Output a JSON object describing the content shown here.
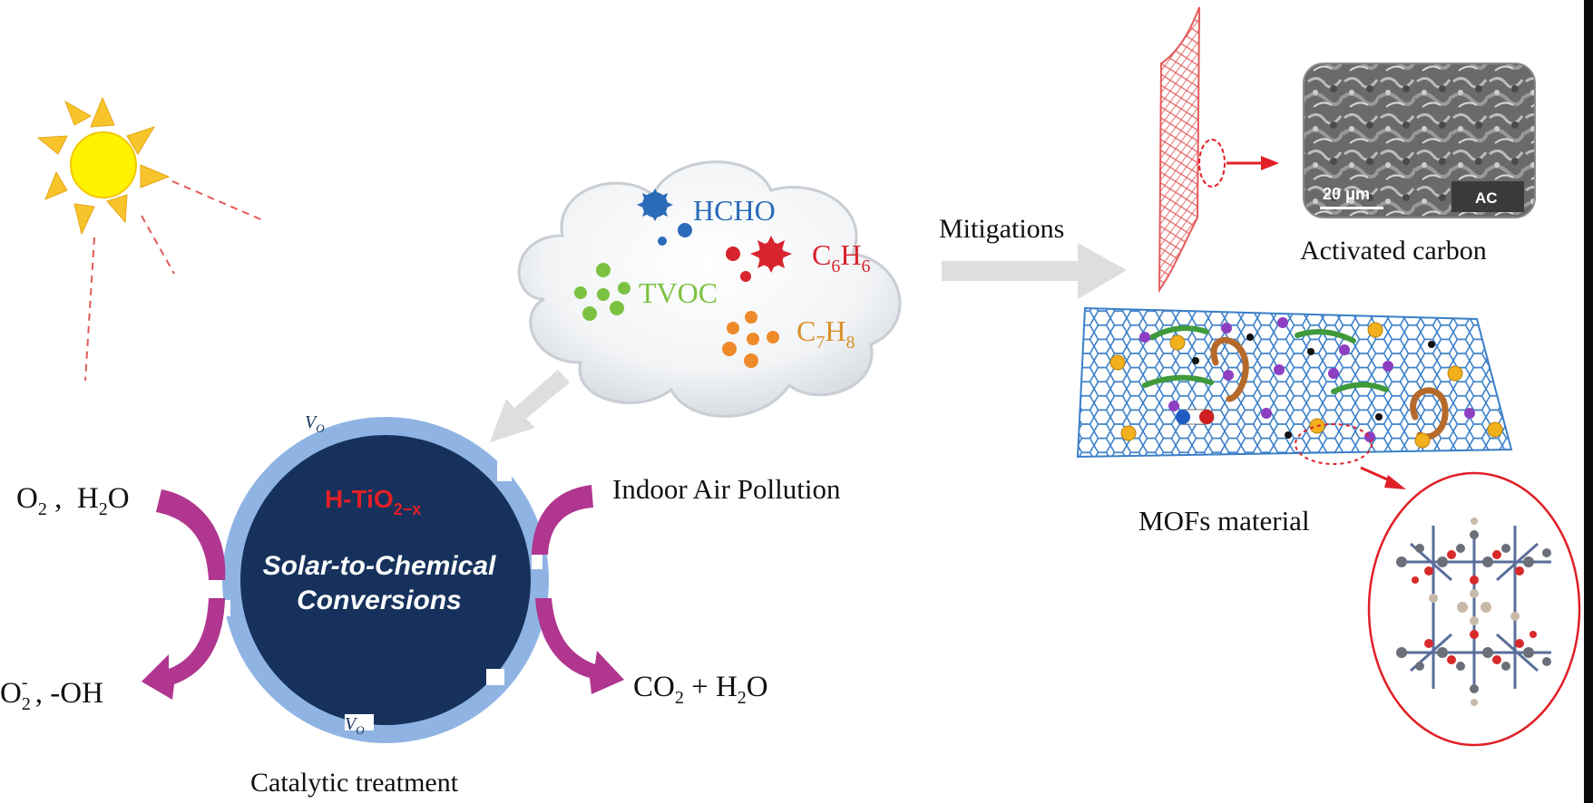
{
  "pollutants": {
    "hcho": "HCHO",
    "c6h6": {
      "base": "C",
      "sub1": "6",
      "base2": "H",
      "sub2": "6"
    },
    "tvoc": "TVOC",
    "c7h8": {
      "base": "C",
      "sub1": "7",
      "base2": "H",
      "sub2": "8"
    }
  },
  "labels": {
    "indoor_air_pollution": "Indoor Air Pollution",
    "mitigations": "Mitigations",
    "activated_carbon": "Activated carbon",
    "mofs_material": "MOFs material",
    "catalytic_treatment": "Catalytic treatment"
  },
  "catalyst": {
    "name": "H-TiO",
    "name_sub": "2−x",
    "line1": "Solar-to-Chemical",
    "line2": "Conversions",
    "vacancy": "V",
    "vacancy_sub": "O"
  },
  "reactions": {
    "in_left": {
      "a": "O",
      "a_sub": "2",
      "sep": " ,  ",
      "b": "H",
      "b_sub": "2",
      "b2": "O"
    },
    "out_left": {
      "a": "O",
      "a_sub": "2",
      "a_sup": "-",
      "rest": " , -OH"
    },
    "out_right": {
      "a": "CO",
      "a_sub": "2",
      "mid": " + H",
      "b_sub": "2",
      "b2": "O"
    }
  },
  "sem": {
    "scale": "20 μm",
    "tag": "AC"
  },
  "colors": {
    "hcho": "#2a6bb8",
    "c6h6": "#d8242e",
    "tvoc": "#7cc242",
    "c7h8": "#d9902a",
    "catalyst_core": "#16325c",
    "catalyst_ring": "#8fb4e3",
    "arrow_purple": "#b0368f",
    "arrow_gray": "#d9d9d9",
    "red_accent": "#e11f26"
  }
}
